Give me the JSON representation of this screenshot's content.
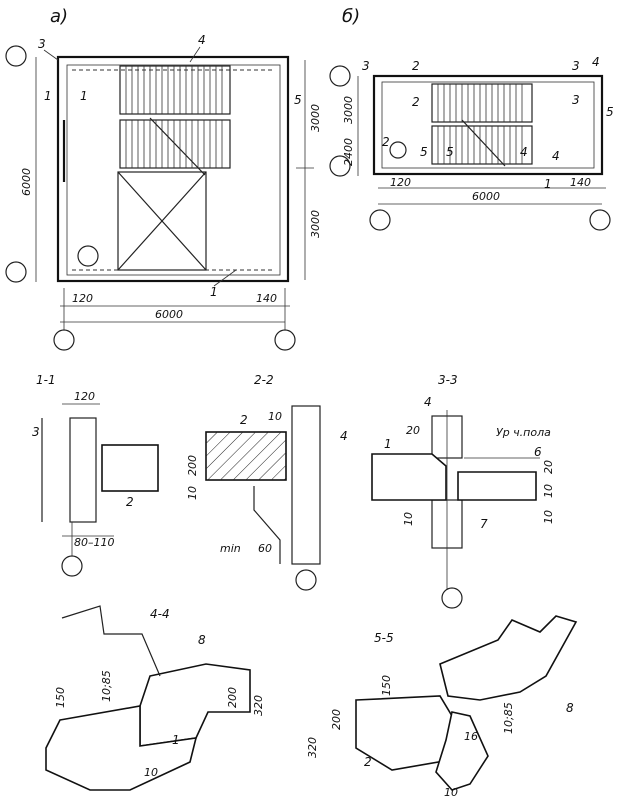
{
  "plans": {
    "a": {
      "letter": "а)",
      "callouts": {
        "c3": "3",
        "c4": "4",
        "c5": "5",
        "c1": "1",
        "cut1a": "1",
        "cut1b": "1"
      },
      "dims": {
        "d6000_left": "6000",
        "d3000_top": "3000",
        "d3000_bot": "3000",
        "d120": "120",
        "d140": "140",
        "d6000_bot": "6000"
      }
    },
    "b": {
      "letter": "б)",
      "callouts": {
        "c3": "3",
        "c4": "4",
        "c5": "5",
        "c2": "2",
        "c1": "1",
        "cut2a": "2",
        "cut2b": "2",
        "cut3a": "3",
        "cut3b": "3",
        "cut4a": "4",
        "cut4b": "4",
        "cut5a": "5",
        "cut5b": "5"
      },
      "dims": {
        "d3000": "3000",
        "d2400": "2400",
        "d120": "120",
        "d140": "140",
        "d6000": "6000"
      }
    }
  },
  "sections": {
    "s11": {
      "title": "1-1",
      "c3": "3",
      "c2": "2",
      "d120": "120",
      "d80_110": "80–110"
    },
    "s22": {
      "title": "2-2",
      "c2": "2",
      "c4": "4",
      "d10a": "10",
      "d200": "200",
      "d10b": "10",
      "d60": "60",
      "tag": "min"
    },
    "s33": {
      "title": "3-3",
      "c4": "4",
      "c1": "1",
      "c6": "6",
      "c7": "7",
      "d20": "20",
      "d20b": "20",
      "d10a": "10",
      "d10b": "10",
      "d10c": "10",
      "level": "Ур ч.пола"
    },
    "s44": {
      "title": "4-4",
      "c8": "8",
      "c1": "1",
      "d150": "150",
      "d10_85": "10;85",
      "d200": "200",
      "d320": "320",
      "d10": "10"
    },
    "s55": {
      "title": "5-5",
      "c2": "2",
      "c8": "8",
      "d150": "150",
      "d200": "200",
      "d320": "320",
      "d10_85": "10;85",
      "d16": "16",
      "d10": "10"
    }
  }
}
